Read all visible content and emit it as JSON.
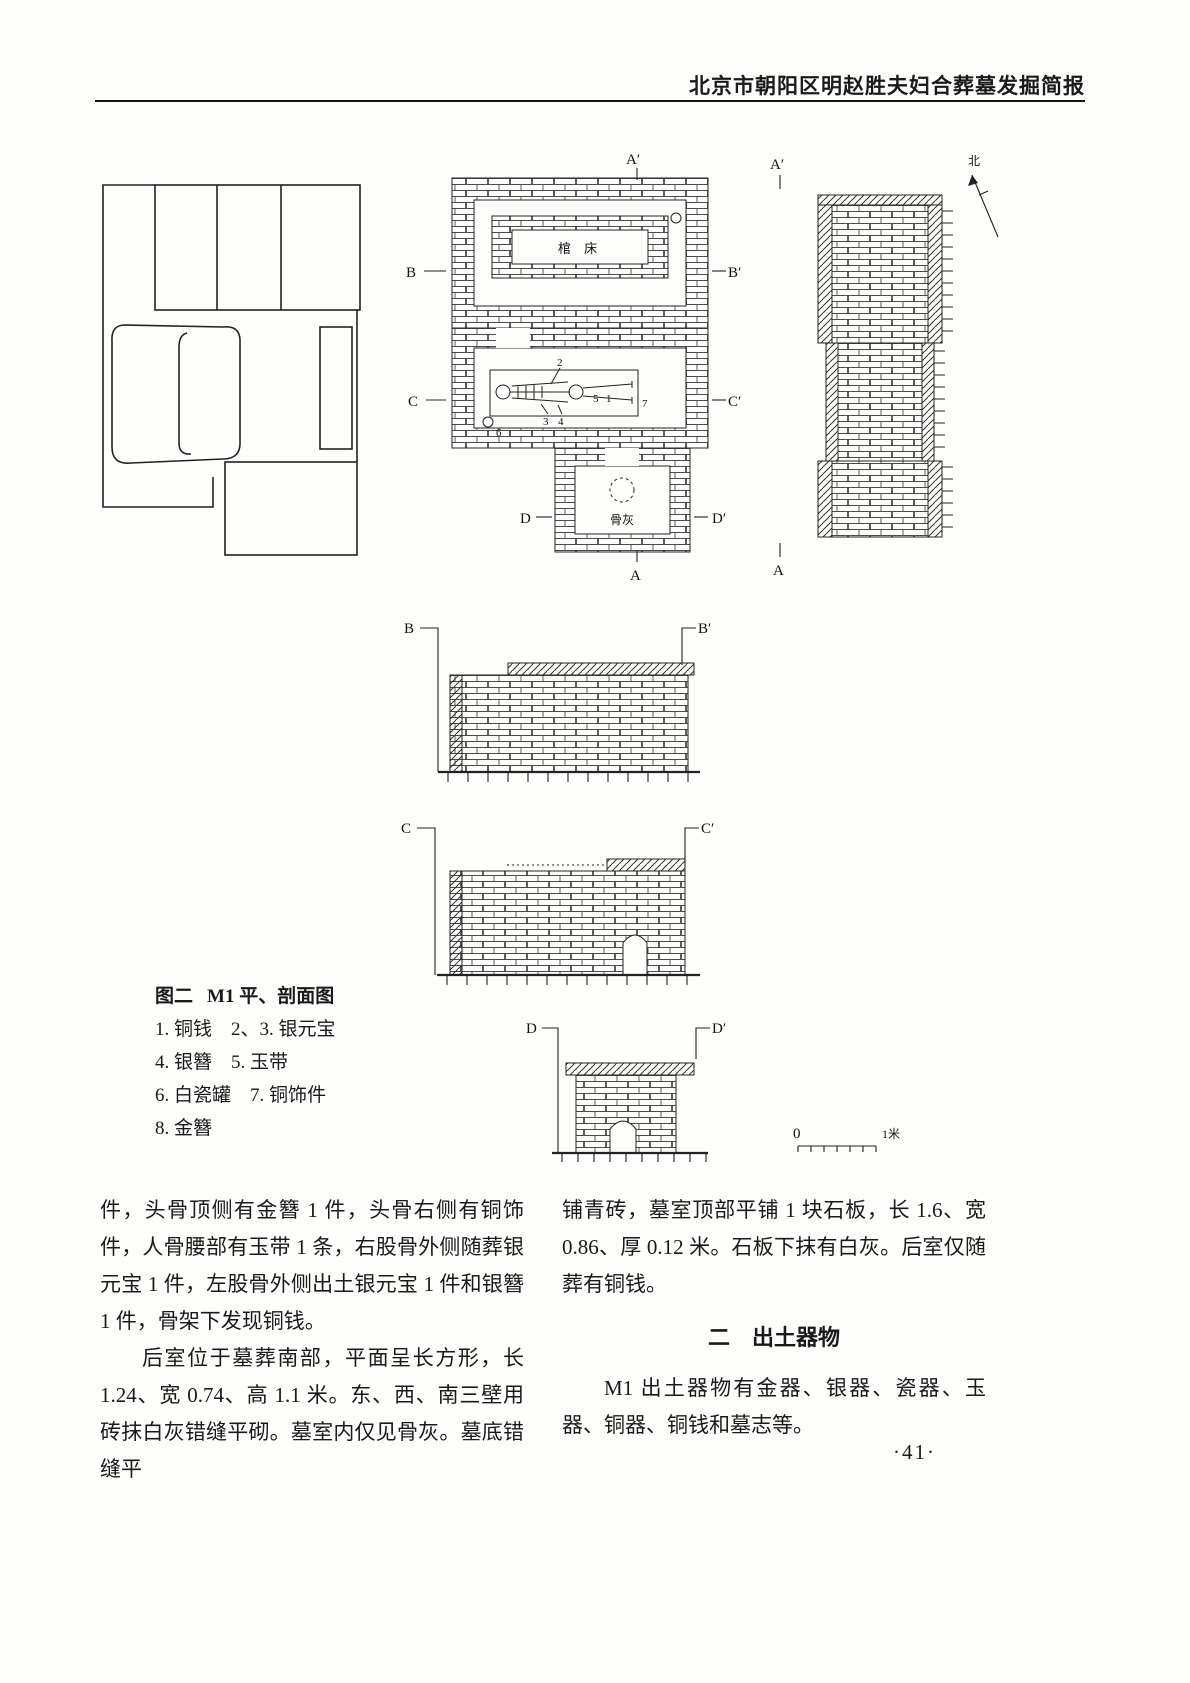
{
  "header": {
    "title": "北京市朝阳区明赵胜夫妇合葬墓发掘简报"
  },
  "figure": {
    "caption_label": "图二",
    "caption_title": "M1 平、剖面图",
    "legend": [
      "1. 铜钱　2、3. 银元宝",
      "4. 银簪　5. 玉带",
      "6. 白瓷罐　7. 铜饰件",
      "8. 金簪"
    ],
    "plan": {
      "a_prime": "A′",
      "a": "A",
      "b": "B",
      "b_prime": "B′",
      "c": "C",
      "c_prime": "C′",
      "d": "D",
      "d_prime": "D′",
      "coffin_bed": "棺 床",
      "ash": "骨灰",
      "finds": {
        "n1": "1",
        "n2": "2",
        "n3": "3",
        "n4": "4",
        "n5": "5",
        "n6": "6",
        "n7": "7"
      }
    },
    "elevation": {
      "a_prime": "A′",
      "a": "A",
      "north": "北"
    },
    "sections": {
      "b": "B",
      "b_prime": "B′",
      "c": "C",
      "c_prime": "C′",
      "d": "D",
      "d_prime": "D′"
    },
    "scale": {
      "start": "0",
      "end": "1米"
    }
  },
  "body": {
    "left_paragraphs": [
      "件，头骨顶侧有金簪 1 件，头骨右侧有铜饰件，人骨腰部有玉带 1 条，右股骨外侧随葬银元宝 1 件，左股骨外侧出土银元宝 1 件和银簪 1 件，骨架下发现铜钱。",
      "后室位于墓葬南部，平面呈长方形，长 1.24、宽 0.74、高 1.1 米。东、西、南三壁用砖抹白灰错缝平砌。墓室内仅见骨灰。墓底错缝平"
    ],
    "right_paragraphs": [
      "铺青砖，墓室顶部平铺 1 块石板，长 1.6、宽 0.86、厚 0.12 米。石板下抹有白灰。后室仅随葬有铜钱。",
      "M1 出土器物有金器、银器、瓷器、玉器、铜器、铜钱和墓志等。"
    ],
    "section_heading": "二　出土器物"
  },
  "footer": {
    "page_number": "·41·"
  }
}
